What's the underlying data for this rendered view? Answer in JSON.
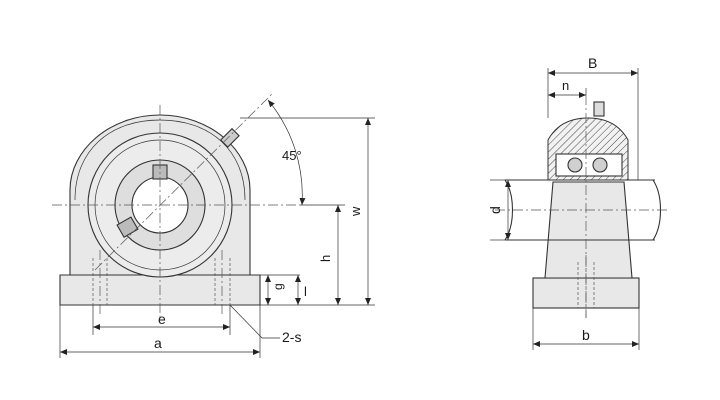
{
  "labels": {
    "e": "e",
    "a": "a",
    "s": "2-s",
    "g": "g",
    "l": "l",
    "h": "h",
    "w": "w",
    "angle": "45°",
    "B": "B",
    "n": "n",
    "d": "d",
    "b": "b"
  }
}
